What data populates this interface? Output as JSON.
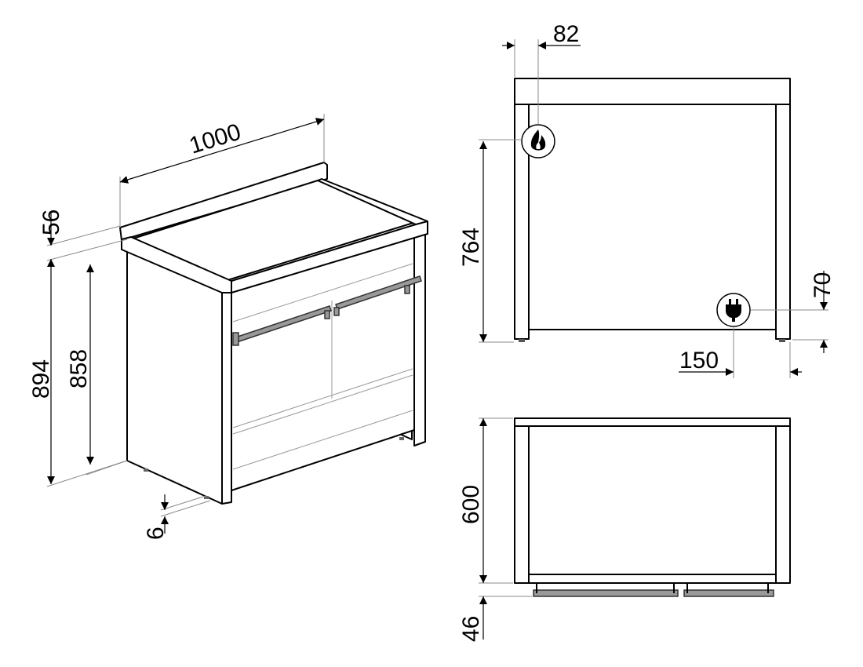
{
  "dimensions": {
    "width": "1000",
    "backsplash_height": "56",
    "total_height": "894",
    "body_height": "858",
    "foot_height": "6",
    "gas_offset_side": "82",
    "gas_height": "764",
    "plug_height": "70",
    "plug_offset_side": "150",
    "depth": "600",
    "handle_depth": "46"
  },
  "icons": {
    "gas": "flame-icon",
    "power": "plug-icon"
  },
  "colors": {
    "line": "#000000",
    "handle": "#999999",
    "extension": "#888888"
  }
}
